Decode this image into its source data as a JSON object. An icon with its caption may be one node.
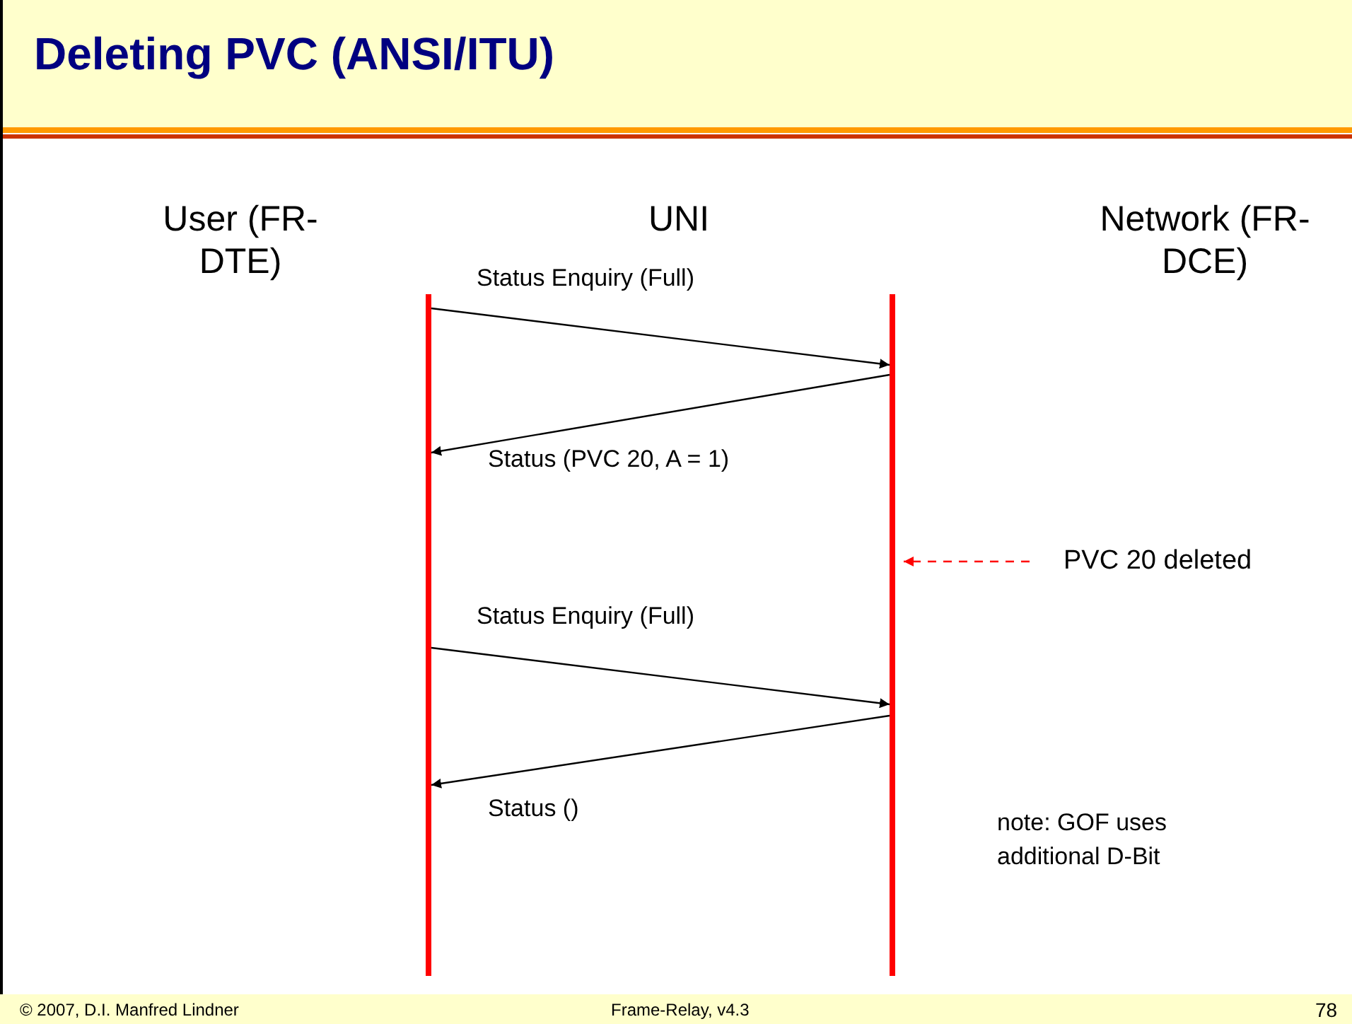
{
  "diagram": {
    "title": "Deleting PVC (ANSI/ITU)",
    "nodes": [
      {
        "text": [],
        "shape": "bar"
      },
      {
        "text": [],
        "shape": "bar"
      },
      {
        "text": [
          "PVC 20 deleted"
        ]
      }
    ],
    "edges": [
      {
        "from": 0,
        "to": 1,
        "arrow": "to",
        "label": "Status Enquiry (Full)"
      },
      {
        "from": 1,
        "to": 0,
        "arrow": "to",
        "label": "Status (PVC 20, A = 1)"
      },
      {
        "from": 2,
        "to": 1,
        "arrow": "to",
        "style": "dashed",
        "color": "#ff0000"
      },
      {
        "from": 0,
        "to": 1,
        "arrow": "to",
        "label": "Status Enquiry (Full)"
      },
      {
        "from": 1,
        "to": 0,
        "arrow": "to",
        "label": "Status ()"
      }
    ],
    "labels": [
      "User (FR-DTE)",
      "UNI",
      "Network (FR-DCE)",
      "note: GOF uses additional D-Bit",
      "© 2007, D.I. Manfred Lindner",
      "Frame-Relay, v4.3",
      "78"
    ]
  }
}
